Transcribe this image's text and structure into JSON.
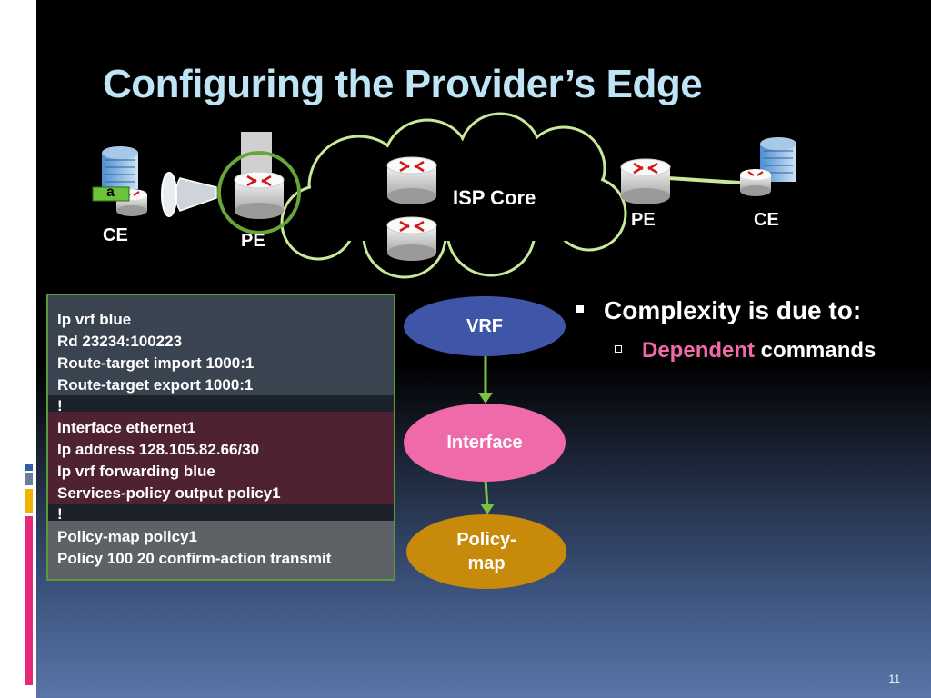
{
  "title": "Configuring the Provider’s Edge",
  "diagram": {
    "cloud_label": "ISP Core",
    "tag_label": "a",
    "ce_left": "CE",
    "pe_left": "PE",
    "pe_right": "PE",
    "ce_right": "CE"
  },
  "config": {
    "vrf_lines": [
      "Ip vrf blue",
      "Rd 23234:100223",
      "Route-target import 1000:1",
      "Route-target export 1000:1"
    ],
    "sep1": "!",
    "interface_lines": [
      "Interface ethernet1",
      "Ip address 128.105.82.66/30",
      "Ip vrf forwarding blue",
      "Services-policy output policy1"
    ],
    "sep2": "!",
    "policy_lines": [
      "Policy-map policy1",
      "Policy 100 20 confirm-action transmit"
    ]
  },
  "flow": {
    "vrf": "VRF",
    "interface": "Interface",
    "policy_line1": "Policy-",
    "policy_line2": "map",
    "colors": {
      "vrf": "#3f56a8",
      "interface": "#ef6aa8",
      "policy": "#c88a0a",
      "arrow": "#7cc242"
    }
  },
  "bullets": {
    "main": "Complexity is due to:",
    "sub_highlight": "Dependent",
    "sub_rest": " commands"
  },
  "page_number": "11"
}
